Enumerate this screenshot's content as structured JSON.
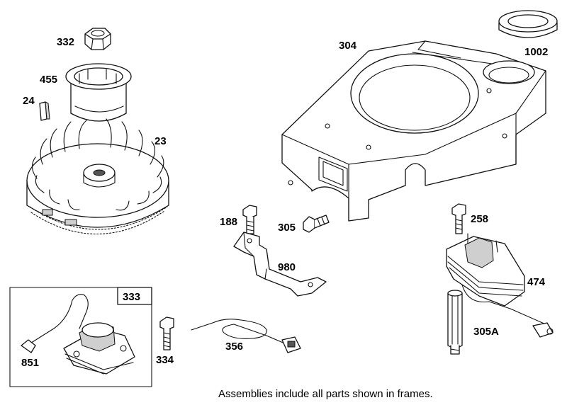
{
  "labels": {
    "p332": "332",
    "p455": "455",
    "p24": "24",
    "p23": "23",
    "p304": "304",
    "p1002": "1002",
    "p188": "188",
    "p305": "305",
    "p980": "980",
    "p258": "258",
    "p474": "474",
    "p333": "333",
    "p851": "851",
    "p334": "334",
    "p356": "356",
    "p305A": "305A"
  },
  "footnote": "Assemblies include all parts shown in frames."
}
